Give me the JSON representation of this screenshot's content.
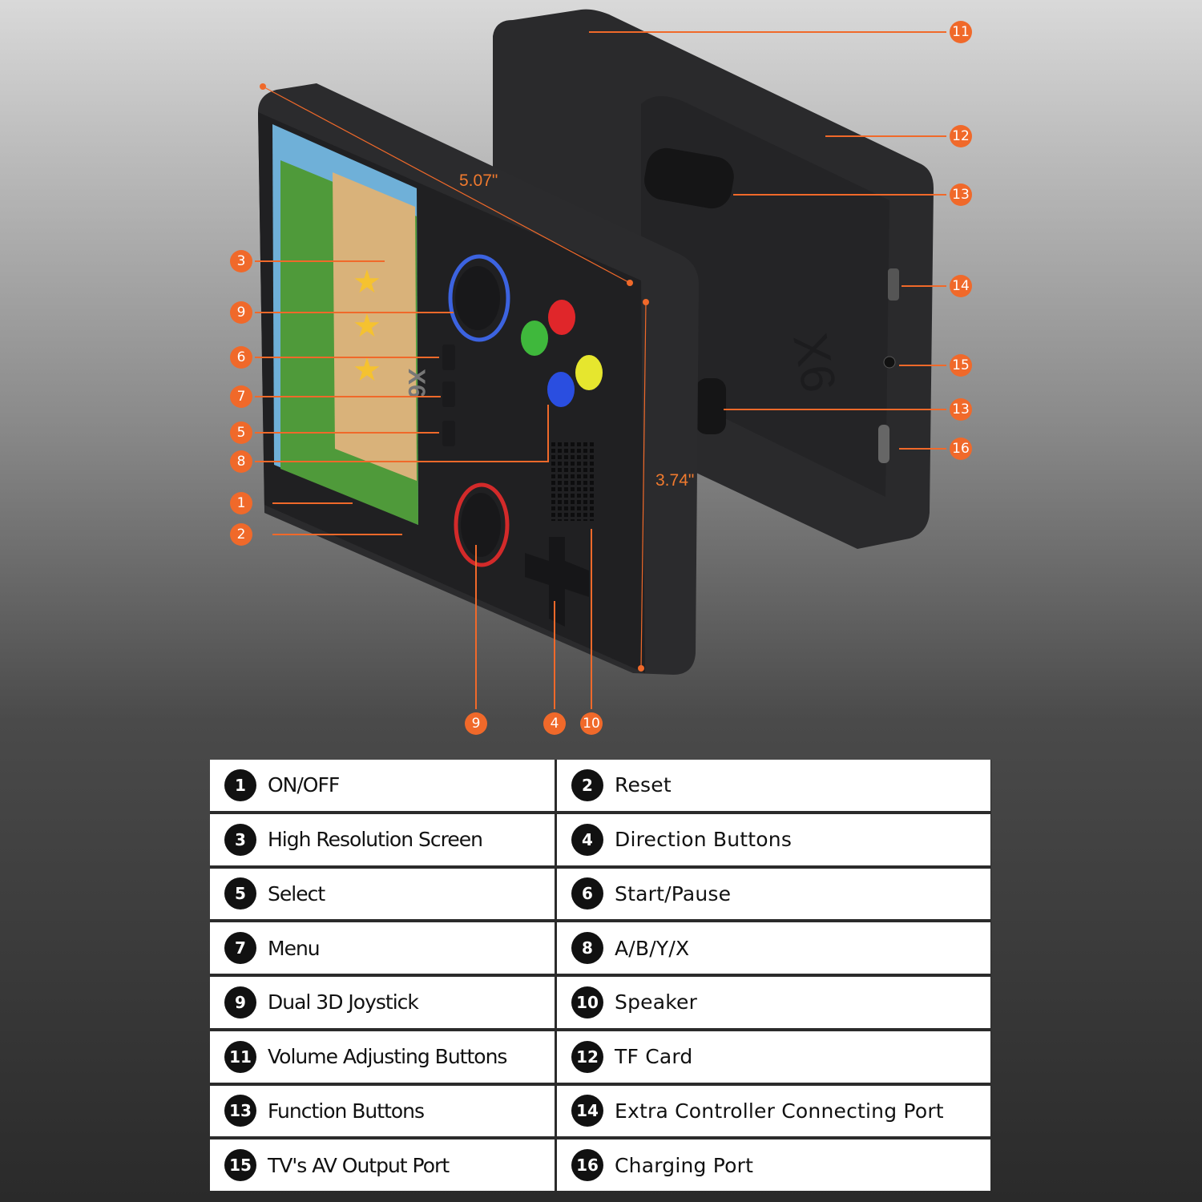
{
  "product": {
    "front_logo": "X6",
    "back_logo": "X6",
    "dimensions": {
      "width": "5.07\"",
      "height": "3.74\""
    }
  },
  "callouts": [
    "1",
    "2",
    "3",
    "4",
    "5",
    "6",
    "7",
    "8",
    "9",
    "10",
    "11",
    "12",
    "13",
    "14",
    "15",
    "16"
  ],
  "colors": {
    "accent": "#f0692a",
    "badge": "#111111",
    "button_a": "#e0262a",
    "button_b": "#e6e62e",
    "button_x": "#3fb83c",
    "button_y": "#2a4ee0"
  },
  "legend": [
    {
      "num": "1",
      "label": "ON/OFF"
    },
    {
      "num": "2",
      "label": "Reset"
    },
    {
      "num": "3",
      "label": "High Resolution Screen"
    },
    {
      "num": "4",
      "label": "Direction Buttons"
    },
    {
      "num": "5",
      "label": "Select"
    },
    {
      "num": "6",
      "label": "Start/Pause"
    },
    {
      "num": "7",
      "label": "Menu"
    },
    {
      "num": "8",
      "label": "A/B/Y/X"
    },
    {
      "num": "9",
      "label": "Dual 3D Joystick"
    },
    {
      "num": "10",
      "label": "Speaker"
    },
    {
      "num": "11",
      "label": "Volume Adjusting Buttons"
    },
    {
      "num": "12",
      "label": "TF Card"
    },
    {
      "num": "13",
      "label": "Function Buttons"
    },
    {
      "num": "14",
      "label": "Extra Controller Connecting Port"
    },
    {
      "num": "15",
      "label": "TV's AV Output Port"
    },
    {
      "num": "16",
      "label": "Charging Port"
    }
  ]
}
